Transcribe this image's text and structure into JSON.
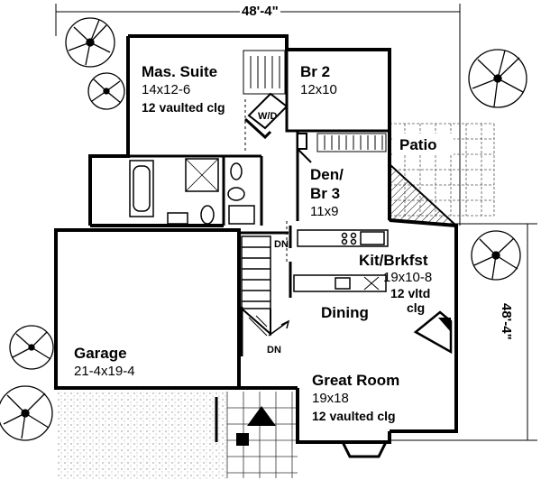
{
  "dimensions": {
    "width_label": "48'-4\"",
    "depth_label": "48'-4\""
  },
  "rooms": {
    "master": {
      "name": "Mas. Suite",
      "size": "14x12-6",
      "note": "12 vaulted clg"
    },
    "br2": {
      "name": "Br 2",
      "size": "12x10"
    },
    "den": {
      "name": "Den/",
      "name2": "Br 3",
      "size": "11x9"
    },
    "patio": {
      "name": "Patio"
    },
    "kitchen": {
      "name": "Kit/Brkfst",
      "size": "19x10-8",
      "note1": "12 vltd",
      "note2": "clg"
    },
    "dining": {
      "name": "Dining"
    },
    "garage": {
      "name": "Garage",
      "size": "21-4x19-4"
    },
    "great": {
      "name": "Great Room",
      "size": "19x18",
      "note": "12 vaulted clg"
    }
  },
  "labels": {
    "wd": "W/D",
    "dn_upper": "DN",
    "dn_lower": "DN"
  }
}
